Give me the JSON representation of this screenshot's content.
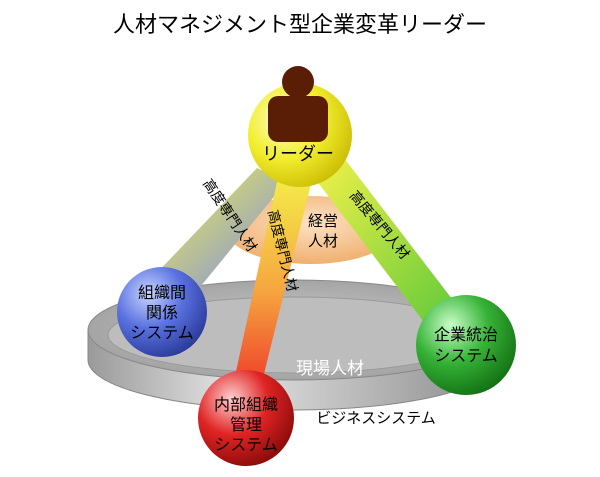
{
  "title": "人材マネジメント型企業変革リーダー",
  "nodes": {
    "leader": "リーダー",
    "management": [
      "経営",
      "人材"
    ],
    "org_relations": [
      "組織間",
      "関係",
      "システム"
    ],
    "governance": [
      "企業統治",
      "システム"
    ],
    "internal_org": [
      "内部組織",
      "管理",
      "システム"
    ],
    "field_staff": "現場人材",
    "business_system": "ビジネスシステム"
  },
  "links": {
    "left": "高度専門人材",
    "center": "高度専門人材",
    "right": "高度専門人材"
  },
  "colors": {
    "leader": "#f2ee2e",
    "org_relations": "#4a5fd0",
    "governance": "#33aa33",
    "internal_org": "#dd2222",
    "management": "#f7c08a",
    "person": "#5a1e06"
  }
}
